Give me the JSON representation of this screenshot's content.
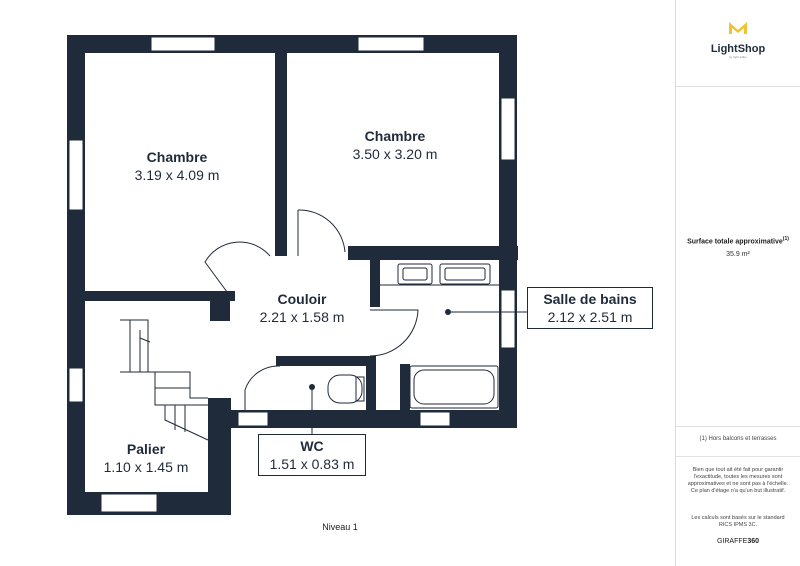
{
  "plan": {
    "level": "Niveau 1",
    "rooms": [
      {
        "name": "Chambre",
        "dims": "3.19 x 4.09 m"
      },
      {
        "name": "Chambre",
        "dims": "3.50 x 3.20 m"
      },
      {
        "name": "Couloir",
        "dims": "2.21 x 1.58 m"
      },
      {
        "name": "Salle de bains",
        "dims": "2.12 x 2.51 m"
      },
      {
        "name": "WC",
        "dims": "1.51 x 0.83 m"
      },
      {
        "name": "Palier",
        "dims": "1.10 x 1.45 m"
      }
    ],
    "colors": {
      "wall": "#1f2a3a",
      "fixture": "#1f2a3a",
      "brand": "#f2c230"
    }
  },
  "panel": {
    "brand_name": "LightShop",
    "brand_tagline": "by light sidler",
    "surface_title": "Surface totale approximative",
    "surface_sup": "(1)",
    "surface_value": "35.9 m²",
    "footnote": "(1) Hors balcons et terrasses",
    "disclaimer": "Bien que tout ait été fait pour garantir l'exactitude, toutes les mesures sont approximatives et ne sont pas à l'échelle. Ce plan d'étage n'a qu'un but illustratif.",
    "standard": "Les calculs sont basés sur le standard RICS IPMS 3C.",
    "credit_prefix": "GIRAFFE",
    "credit_suffix": "360"
  }
}
